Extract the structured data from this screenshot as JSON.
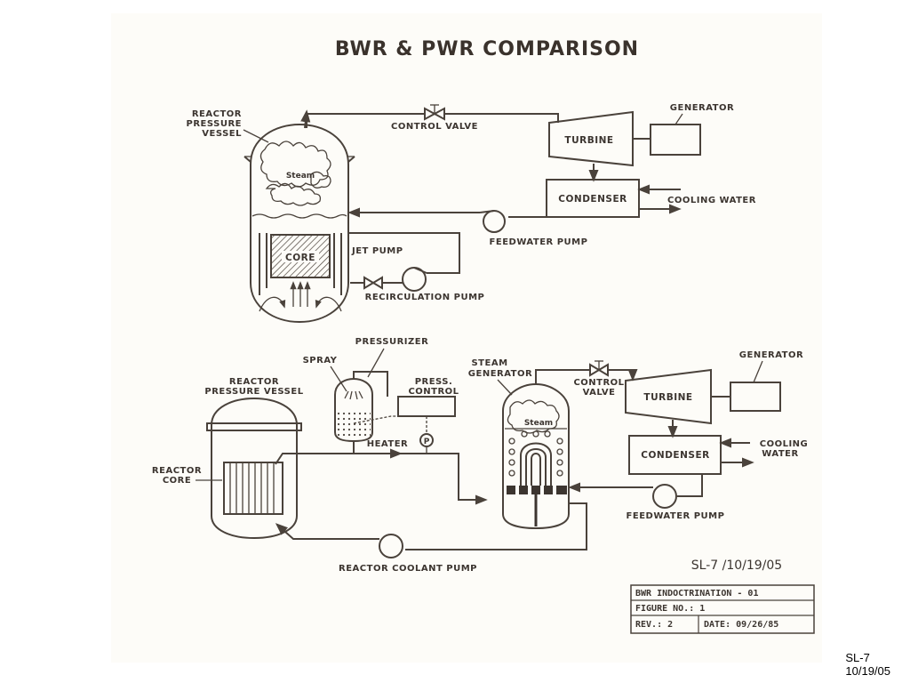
{
  "title": "BWR & PWR COMPARISON",
  "bwr": {
    "reactor_pressure_vessel": [
      "REACTOR",
      "PRESSURE",
      "VESSEL"
    ],
    "control_valve": "CONTROL VALVE",
    "generator": "GENERATOR",
    "turbine": "TURBINE",
    "condenser": "CONDENSER",
    "cooling_water": "COOLING WATER",
    "steam": "Steam",
    "feedwater_pump": "FEEDWATER PUMP",
    "core": "CORE",
    "jet_pump": "JET PUMP",
    "recirculation_pump": "RECIRCULATION PUMP"
  },
  "pwr": {
    "pressurizer": "PRESSURIZER",
    "spray": "SPRAY",
    "press_control": [
      "PRESS.",
      "CONTROL"
    ],
    "reactor_pressure_vessel": [
      "REACTOR",
      "PRESSURE VESSEL"
    ],
    "reactor_core": [
      "REACTOR",
      "CORE"
    ],
    "heater": "HEATER",
    "p_symbol": "P",
    "steam_generator": [
      "STEAM",
      "GENERATOR"
    ],
    "control_valve": [
      "CONTROL",
      "VALVE"
    ],
    "generator": "GENERATOR",
    "turbine": "TURBINE",
    "condenser": "CONDENSER",
    "cooling_water": [
      "COOLING",
      "WATER"
    ],
    "steam": "Steam",
    "feedwater_pump": "FEEDWATER PUMP",
    "reactor_coolant_pump": "REACTOR COOLANT PUMP"
  },
  "figure_ref": "SL-7 /10/19/05",
  "title_block": {
    "row1": "BWR INDOCTRINATION - 01",
    "row2": "FIGURE NO.: 1",
    "rev": "REV.: 2",
    "date": "DATE: 09/26/85"
  },
  "slide_ref": {
    "line1": "SL-7",
    "line2": "10/19/05"
  }
}
